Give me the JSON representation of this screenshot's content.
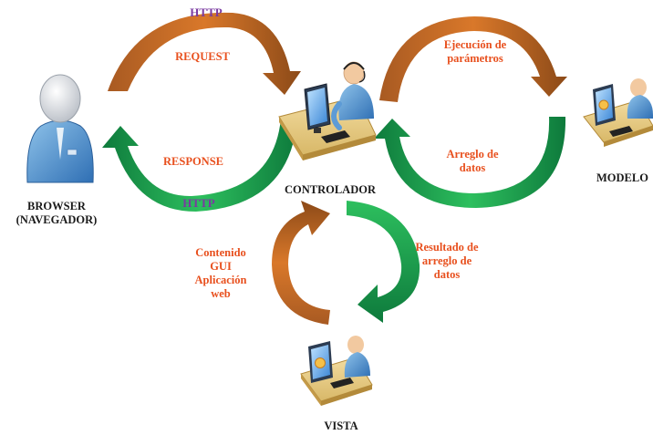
{
  "diagram": {
    "nodes": {
      "browser": {
        "label_line1": "BROWSER",
        "label_line2": "(NAVEGADOR)",
        "icon": "user-person-icon"
      },
      "controlador": {
        "label": "CONTROLADOR",
        "icon": "operator-headset-workstation-icon"
      },
      "modelo": {
        "label": "MODELO",
        "icon": "workstation-icon"
      },
      "vista": {
        "label": "VISTA",
        "icon": "workstation-icon"
      }
    },
    "edges": {
      "http_top": "HTTP",
      "http_bottom": "HTTP",
      "request": "REQUEST",
      "response": "RESPONSE",
      "ejecucion_line1": "Ejecución de",
      "ejecucion_line2": "parámetros",
      "arreglo_line1": "Arreglo de",
      "arreglo_line2": "datos",
      "resultado_line1": "Resultado de",
      "resultado_line2": "arreglo de",
      "resultado_line3": "datos",
      "contenido_line1": "Contenido",
      "contenido_line2": "GUI",
      "contenido_line3": "Aplicación",
      "contenido_line4": "web"
    },
    "colors": {
      "orange_arrow": "#c0641e",
      "green_arrow": "#1aa050",
      "http_text": "#7a3aa0",
      "label_text": "#e8501e"
    }
  }
}
